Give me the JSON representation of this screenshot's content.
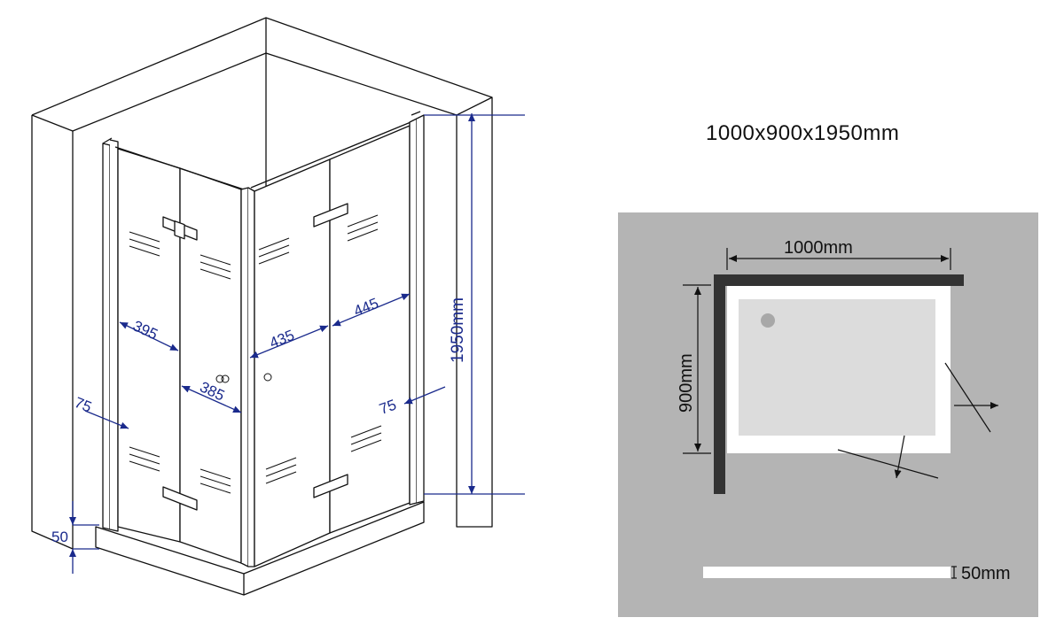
{
  "title": "1000x900x1950mm",
  "iso": {
    "dims": {
      "left_panel_a": "395",
      "left_panel_b": "385",
      "right_panel_a": "435",
      "right_panel_b": "445",
      "wall_gap_left": "75",
      "wall_gap_right": "75",
      "height": "1950mm",
      "tray_height": "50"
    }
  },
  "plan": {
    "width_label": "1000mm",
    "depth_label": "900mm",
    "tray_label": "50mm"
  },
  "colors": {
    "dimension": "#1a2a8c",
    "plan_background": "#b4b4b4",
    "tray_inner": "#dcdcdc",
    "wall_dark": "#333333"
  }
}
